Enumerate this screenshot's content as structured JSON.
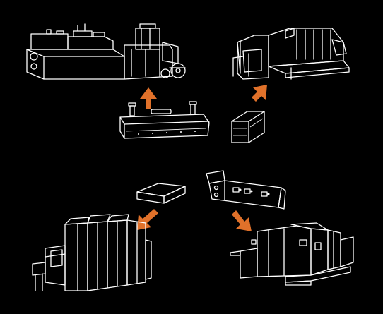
{
  "colors": {
    "background": "#000000",
    "line": "#ffffff",
    "arrow": "#e0712a"
  },
  "groups": [
    {
      "name": "top-left",
      "component": "uv-lamp-bar-with-fittings",
      "machine": "web-press-unit",
      "arrow_direction": "up"
    },
    {
      "name": "top-right",
      "component": "lamp-cassette-box",
      "machine": "sheetfed-press",
      "arrow_direction": "up-right"
    },
    {
      "name": "bottom-left",
      "component": "flat-module-plate",
      "machine": "offset-press",
      "arrow_direction": "down-left"
    },
    {
      "name": "bottom-right",
      "component": "uv-dryer-module",
      "machine": "coater-press",
      "arrow_direction": "down-right"
    }
  ]
}
